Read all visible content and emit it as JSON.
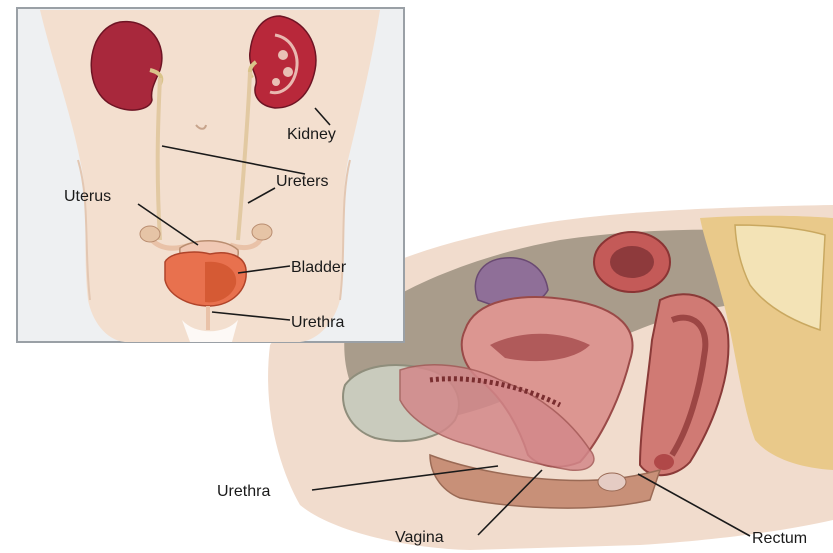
{
  "inset_labels": {
    "kidney": "Kidney",
    "ureters": "Ureters",
    "uterus": "Uterus",
    "bladder": "Bladder",
    "urethra": "Urethra"
  },
  "section_labels": {
    "urethra": "Urethra",
    "vagina": "Vagina",
    "rectum": "Rectum"
  },
  "colors": {
    "skin": "#f0dccb",
    "kidney": "#a8283c",
    "uterus_tissue": "#d98e8a",
    "bladder": "#e86a4a",
    "cavity": "#a89a88",
    "fat": "#e9c98a",
    "bone": "#f2e2b8"
  }
}
